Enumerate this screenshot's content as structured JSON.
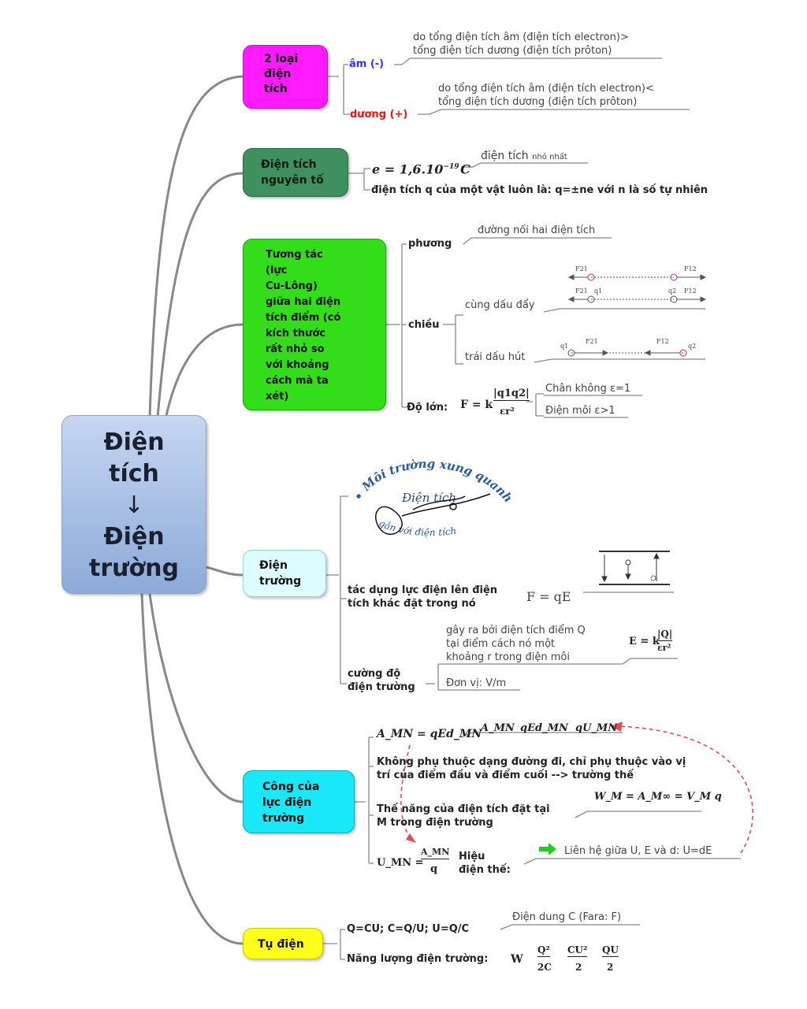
{
  "root": {
    "title_line1": "Điện",
    "title_line2": "tích",
    "arrow": "↓",
    "title_line3": "Điện",
    "title_line4": "trường"
  },
  "branch1": {
    "label": "2 loại điện tích",
    "am": {
      "label": "âm (-)",
      "desc1": "do tổng điện tích âm (điện tích electron)>",
      "desc2": "tổng điện tích dương (điện tích prôton)"
    },
    "duong": {
      "label": "dương (+)",
      "desc1": "do tổng điện tích âm (điện tích electron)<",
      "desc2": "tổng điện tích dương (điện tích prôton)"
    }
  },
  "branch2": {
    "label1": "Điện tích",
    "label2": "nguyên tố",
    "formula_main": "e = 1,6.10",
    "formula_exp": "−19",
    "formula_unit": "C",
    "note_big": "điện tích",
    "note_small": "nhỏ nhất",
    "statement": "điện tích q của một vật luôn là: q=±ne với n là số tự nhiên"
  },
  "branch3": {
    "lines": [
      "Tương tác",
      "(lực",
      "Cu-Lông)",
      "giữa hai điện",
      "tích điểm (có",
      "kích thước",
      "rất nhỏ so",
      "với khoảng",
      "cách mà ta",
      "xét)"
    ],
    "phuong": {
      "label": "phương",
      "desc": "đường nối hai điện tích"
    },
    "chieu": {
      "label": "chiều",
      "cung": "cùng dấu đẩy",
      "trai": "trái dấu hút",
      "f21": "F21",
      "f12": "F12",
      "q1": "q1",
      "q2": "q2"
    },
    "do_lon": {
      "label": "Độ lớn:",
      "formula_left": "F = k",
      "num": "|q1q2|",
      "den": "εr²",
      "chan_khong": "Chân không ε=1",
      "dien_moi": "Điện môi ε>1"
    }
  },
  "branch4": {
    "label1": "Điện",
    "label2": "trường",
    "arc_top": "• Môi trường xung quanh",
    "center": "Điện tích",
    "arc_bottom": "gắn với điện tích",
    "tac_dung1": "tác dụng lực điện lên điện",
    "tac_dung2": "tích khác đặt trong nó",
    "formula_F": "F = qE",
    "gay_ra1": "gây ra bởi điện tích điểm Q",
    "gay_ra2": "tại điểm cách nó một",
    "gay_ra3": "khoảng r trong điện môi",
    "E_left": "E = k",
    "E_num": "|Q|",
    "E_den": "εr²",
    "cuong_do1": "cường độ",
    "cuong_do2": "điện trường",
    "don_vi": "Đơn vị: V/m"
  },
  "branch5": {
    "label1": "Công của",
    "label2": "lực điện",
    "label3": "trường",
    "A_formula": "A_MN = qEd_MN",
    "A_chain": [
      "A_MN",
      "qEd_MN",
      "qU_MN"
    ],
    "khong_phu1": "Không phụ thuộc dạng đường đi, chỉ phụ thuộc vào vị",
    "khong_phu2": "trí của điểm đầu và điểm cuối --> trường thế",
    "the_nang1": "Thế năng của điện tích đặt tại",
    "the_nang2": "M trong điện trường",
    "W_formula": "W_M = A_M∞ = V_M q",
    "U_left": "U_MN =",
    "U_num": "A_MN",
    "U_den": "q",
    "hieu1": "Hiệu",
    "hieu2": "điện thế:",
    "lien_he": "Liên hệ giữa U, E và d: U=dE"
  },
  "branch6": {
    "label": "Tụ điện",
    "formulas": "Q=CU; C=Q/U; U=Q/C",
    "dien_dung": "Điện dung C (Fara: F)",
    "nang_luong": "Năng lượng điện trường:",
    "W": "W",
    "f1_num": "Q²",
    "f1_den": "2C",
    "f2_num": "CU²",
    "f2_den": "2",
    "f3_num": "QU",
    "f3_den": "2"
  },
  "colors": {
    "magenta": "#ff1aff",
    "dark_green": "#3f8f5f",
    "green": "#33dd1a",
    "light_cyan": "#dcfcff",
    "cyan": "#18e8f8",
    "yellow": "#ffff1a",
    "root_blue": "#9ab4de"
  }
}
